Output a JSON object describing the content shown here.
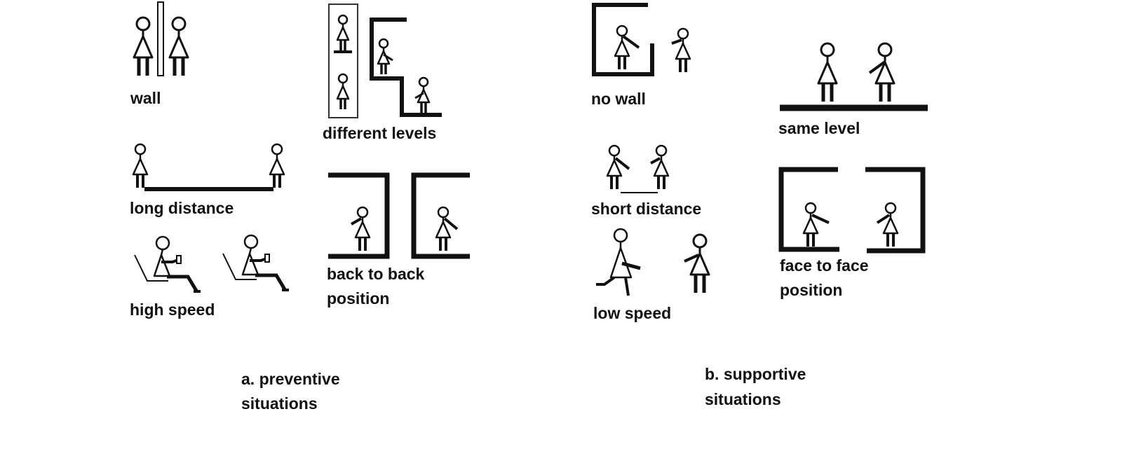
{
  "labels": {
    "wall": "wall",
    "different_levels": "different levels",
    "long_distance": "long distance",
    "back_to_back_1": "back to back",
    "back_to_back_2": "position",
    "high_speed": "high speed",
    "no_wall": "no wall",
    "same_level": "same level",
    "short_distance": "short distance",
    "face_to_face_1": "face to face",
    "face_to_face_2": "position",
    "low_speed": "low speed"
  },
  "captions": {
    "a_line1": "a. preventive",
    "a_line2": "situations",
    "b_line1": "b. supportive",
    "b_line2": "situations"
  },
  "colors": {
    "ink": "#111111",
    "background": "#ffffff"
  }
}
